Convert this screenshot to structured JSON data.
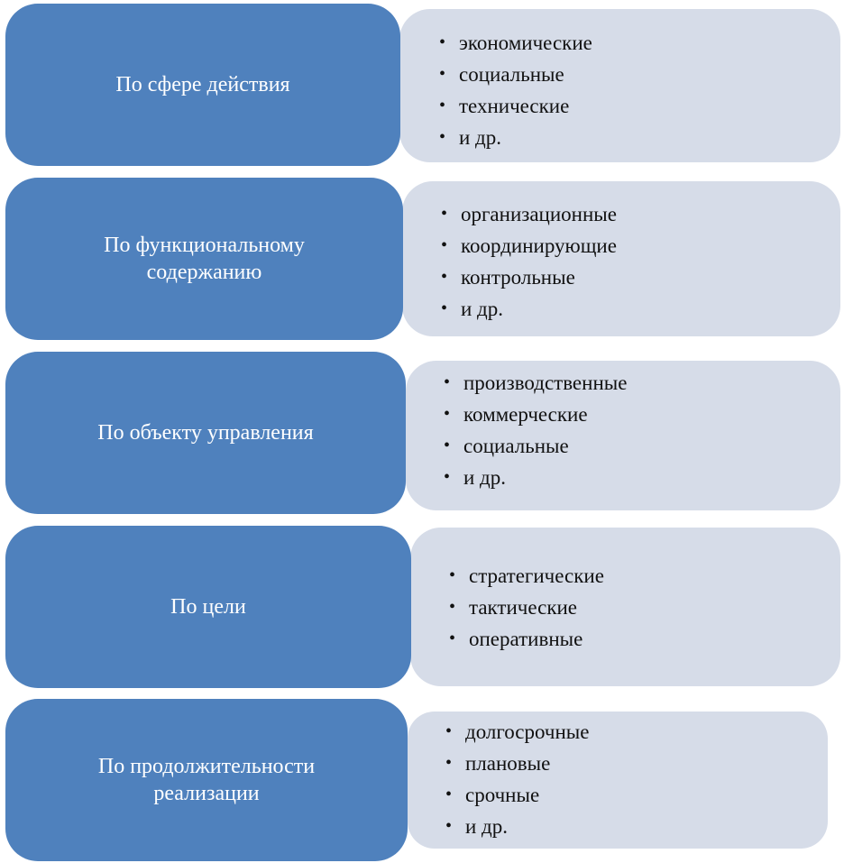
{
  "diagram": {
    "rows": [
      {
        "category": "По сфере действия",
        "items": [
          "экономические",
          "социальные",
          "технические",
          " и др."
        ]
      },
      {
        "category": "По функциональному\nсодержанию",
        "items": [
          "организационные",
          "координирующие",
          "контрольные",
          "и др."
        ]
      },
      {
        "category": "По объекту управления",
        "items": [
          "производственные",
          "коммерческие",
          "социальные",
          "и др."
        ]
      },
      {
        "category": "По цели",
        "items": [
          "стратегические",
          "тактические",
          "оперативные"
        ]
      },
      {
        "category": "По продолжительности\nреализации",
        "items": [
          "долгосрочные",
          "плановые",
          "срочные",
          "и др."
        ]
      }
    ],
    "bullet_glyph": "•",
    "colors": {
      "category_fill": "#4f81bd",
      "category_text": "#ffffff",
      "detail_fill": "#d6dce8",
      "detail_text": "#111111"
    }
  }
}
